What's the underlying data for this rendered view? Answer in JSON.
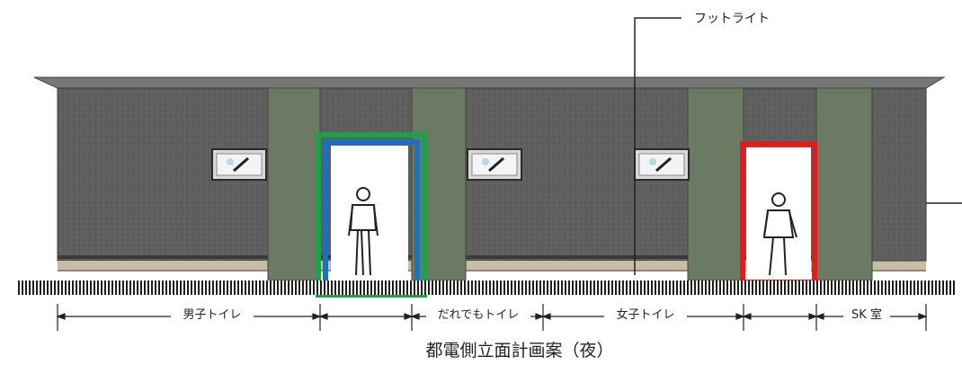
{
  "callout": {
    "label": "フットライト"
  },
  "rooms": [
    {
      "label": "男子トイレ"
    },
    {
      "label": "だれでもトイレ"
    },
    {
      "label": "女子トイレ"
    },
    {
      "label": "SK 室"
    }
  ],
  "caption": "都電側立面計画案（夜）",
  "highlights": [
    {
      "name": "universal-toilet-door-highlight",
      "color": "#1aa34a"
    },
    {
      "name": "universal-toilet-door-inner-highlight",
      "color": "#1f6fbf"
    },
    {
      "name": "womens-toilet-door-highlight",
      "color": "#e51b1b"
    }
  ],
  "colors": {
    "wall": "#5f5f5f",
    "wall_dark": "#505050",
    "pillar": "#687862",
    "roof": "#707070",
    "baseboard": "#c6bda6",
    "ground": "#1e1e1e"
  }
}
